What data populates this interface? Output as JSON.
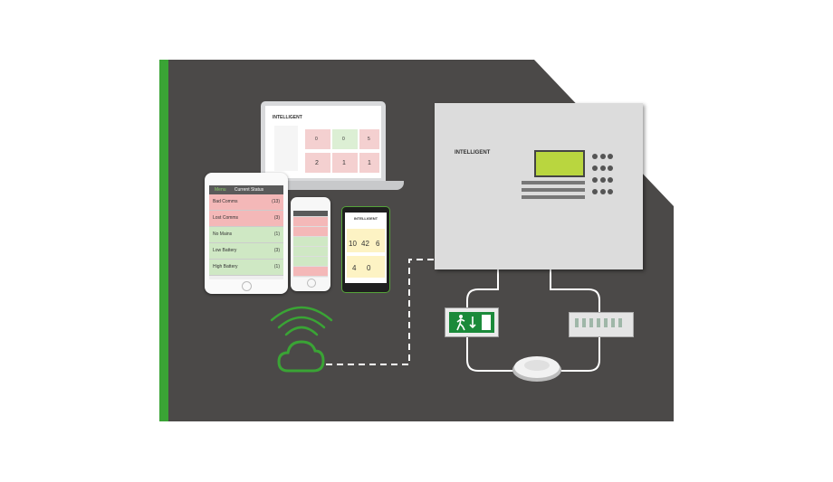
{
  "colors": {
    "panel_bg": "#4b4948",
    "accent_green": "#3aa435",
    "line_white": "#ffffff",
    "alarm_red": "#f4b8b8",
    "ok_green": "#cfe8c4",
    "lcd_green": "#b9d63f"
  },
  "icons": [
    "wifi-icon",
    "cloud-icon",
    "exit-sign-icon",
    "detector-icon",
    "module-icon"
  ],
  "tablet": {
    "back_label": "Menu",
    "title": "Current Status",
    "rows": [
      {
        "label": "Bad Comms",
        "count": "(13)",
        "state": "red"
      },
      {
        "label": "Lost Comms",
        "count": "(3)",
        "state": "red"
      },
      {
        "label": "No Mains",
        "count": "(1)",
        "state": "green"
      },
      {
        "label": "Low Battery",
        "count": "(3)",
        "state": "green"
      },
      {
        "label": "High Battery",
        "count": "(1)",
        "state": "green"
      }
    ]
  },
  "laptop": {
    "brand": "INTELLIGENT",
    "tiles_top": [
      "0",
      "0",
      "5"
    ],
    "tiles_bottom": [
      "2",
      "1",
      "1"
    ]
  },
  "phone_green": {
    "brand": "INTELLIGENT",
    "values_top": [
      "10",
      "42",
      "6"
    ],
    "values_bottom": [
      "4",
      "0"
    ]
  },
  "cabinet": {
    "brand": "INTELLIGENT"
  }
}
